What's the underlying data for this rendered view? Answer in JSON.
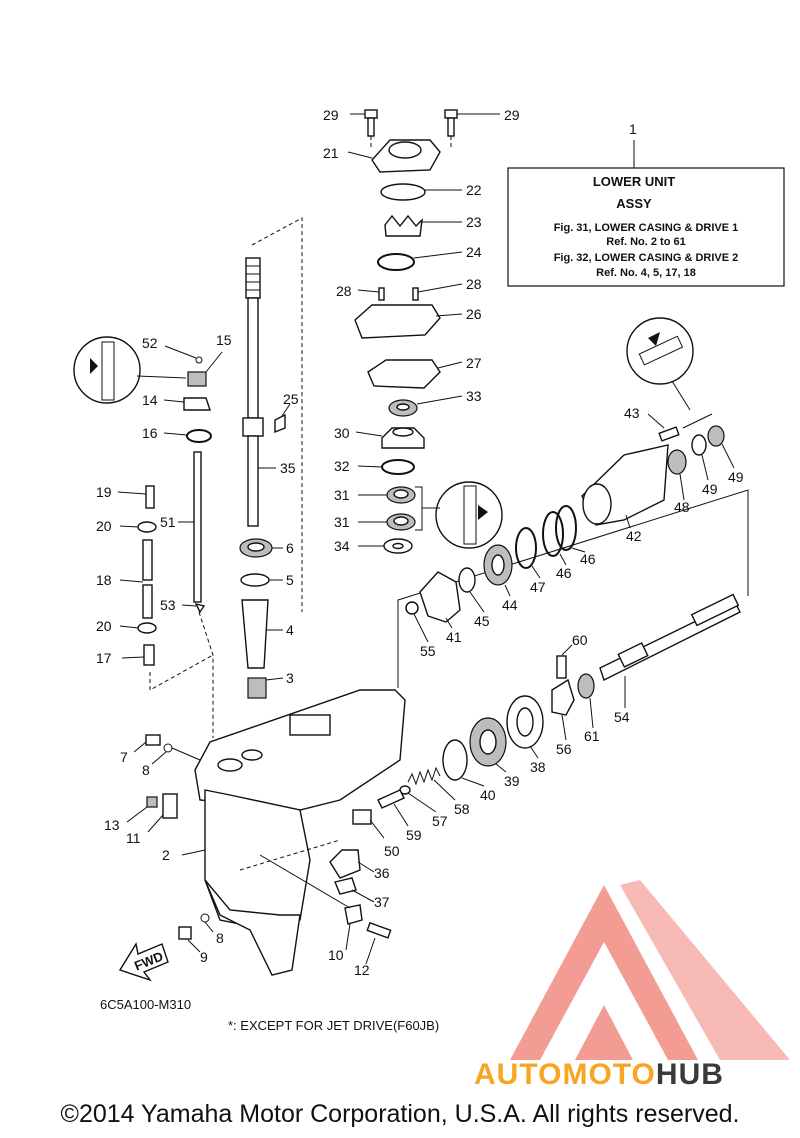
{
  "ref_box": {
    "number": "1",
    "title_line1": "LOWER UNIT",
    "title_line2": "ASSY",
    "lines": [
      "Fig. 31, LOWER CASING & DRIVE 1",
      "Ref. No. 2 to 61",
      "Fig. 32, LOWER CASING & DRIVE 2",
      "Ref. No. 4, 5, 17, 18"
    ]
  },
  "callouts": {
    "c29a": "29",
    "c29b": "29",
    "c21": "21",
    "c22": "22",
    "c23": "23",
    "c24": "24",
    "c28a": "28",
    "c28b": "28",
    "c26": "26",
    "c27": "27",
    "c33": "33",
    "c30": "30",
    "c32": "32",
    "c31a": "31",
    "c31b": "31",
    "c34": "34",
    "c52": "52",
    "c15": "15",
    "c14": "14",
    "c16": "16",
    "c25": "25",
    "c35": "35",
    "c19": "19",
    "c20a": "20",
    "c51": "51",
    "c18": "18",
    "c53": "53",
    "c20b": "20",
    "c17": "17",
    "c6": "6",
    "c5": "5",
    "c4": "4",
    "c3": "3",
    "c43": "43",
    "c48": "48",
    "c49a": "49",
    "c49b": "49",
    "c42": "42",
    "c46a": "46",
    "c46b": "46",
    "c47": "47",
    "c44": "44",
    "c45": "45",
    "c41": "41",
    "c55": "55",
    "c60": "60",
    "c54": "54",
    "c61": "61",
    "c56": "56",
    "c38": "38",
    "c39": "39",
    "c40": "40",
    "c58": "58",
    "c57": "57",
    "c59": "59",
    "c50": "50",
    "c36": "36",
    "c37": "37",
    "c7": "7",
    "c8a": "8",
    "c13": "13",
    "c11": "11",
    "c2": "2",
    "c8b": "8",
    "c9": "9",
    "c10": "10",
    "c12": "12"
  },
  "fwd_label": "FWD",
  "diagram_code": "6C5A100-M310",
  "note": "*: EXCEPT FOR JET DRIVE(F60JB)",
  "brand": {
    "part1": "AUTOMOTO",
    "part2": "HUB",
    "color1": "#f6a623",
    "color2": "#3a3a3a",
    "logo_color": "#f28b82"
  },
  "copyright": "©2014 Yamaha Motor Corporation, U.S.A. All rights reserved."
}
